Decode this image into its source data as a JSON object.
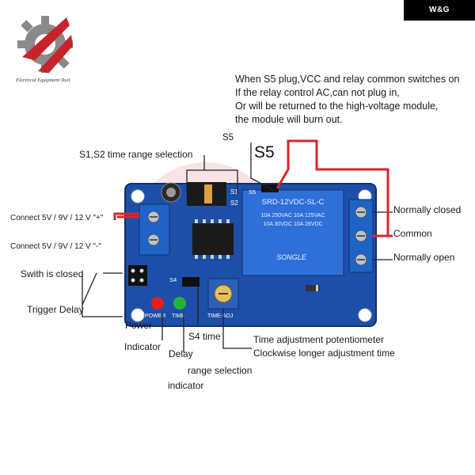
{
  "brand": {
    "badge": "W&G",
    "logo_caption": "Electrical Equipment Tool"
  },
  "warning": {
    "line1": "When S5 plug,VCC and relay common switches on",
    "line2": "If the relay control AC,can not plug in,",
    "line3": "Or will be returned to the high-voltage module,",
    "line4": "the module will burn out."
  },
  "board": {
    "relay_top": "SRD-12VDC-SL-C",
    "relay_rating1": "10A 250VAC  10A 125VAC",
    "relay_rating2": "10A 30VDC   10A 28VDC",
    "relay_brand": "SONGLE",
    "silk_s1": "S1",
    "silk_s2": "S2",
    "silk_s5": "S5",
    "silk_s4": "S4",
    "silk_power": "POWER",
    "silk_time": "TIME",
    "silk_time_adj": "TIME-ADJ"
  },
  "labels": {
    "s5": "S5",
    "s5_big": "S5",
    "s1s2": "S1,S2 time range selection",
    "vcc_plus": "Connect  5V / 9V / 12 V  \"+\"",
    "vcc_minus": "Connect  5V / 9V / 12 V  \"-\"",
    "switch_closed": "Swith is closed",
    "trigger_delay": "Trigger Delay",
    "power": "Power",
    "indicator": "Indicator",
    "delay": "Delay",
    "s4_time": "S4 time",
    "range_selection": "range selection",
    "indicator2": "indicator",
    "time_pot": "Time adjustment potentiometer",
    "clockwise": "Clockwise longer adjustment time",
    "nc": "Normally closed",
    "common": "Common",
    "no": "Normally open"
  },
  "colors": {
    "board": "#1d4fa8",
    "relay": "#2f6fd8",
    "terminal": "#1f63c6",
    "wire_red": "#d8262a",
    "led_red": "#e0201e",
    "led_green": "#22b43a",
    "logo_red": "#c8232b",
    "logo_gray": "#8a8a8a"
  }
}
